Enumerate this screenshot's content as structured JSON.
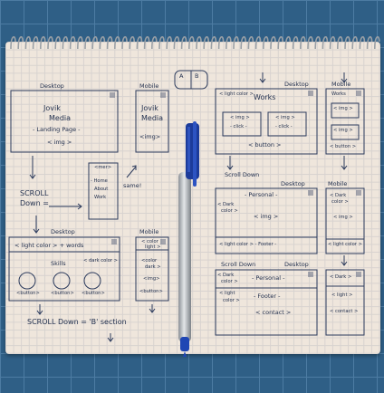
{
  "colors": {
    "mat": "#2f5f86",
    "paper": "#efe6dc",
    "ink": "#23314f",
    "pen_body": "#b9bdc1",
    "pen_cap": "#1c3b9a"
  },
  "icons": [
    "spiral-binding-icon",
    "pen-icon",
    "arrow-icon",
    "menu-icon"
  ],
  "left_page": {
    "desktop1": {
      "label": "Desktop",
      "title1": "Jovik",
      "title2": "Media",
      "sub": "- Landing Page -",
      "img": "< img >"
    },
    "mobile1": {
      "label": "Mobile",
      "title1": "Jovik",
      "title2": "Media",
      "img": "<img>"
    },
    "scroll_down": {
      "line1": "SCROLL",
      "line2": "Down ="
    },
    "menu": {
      "items": [
        "<mer>",
        "- Home",
        "About",
        "Work"
      ]
    },
    "same": "same!",
    "desktop2": {
      "label": "Desktop",
      "bar": "< light color > + words",
      "skills": "Skills",
      "dark": "< dark color >",
      "buttons": [
        "<button>",
        "<button>",
        "<button>"
      ]
    },
    "mobile2": {
      "label": "Mobile",
      "line1": "< color",
      "line2": "light >",
      "dark1": "<color",
      "dark2": "dark >",
      "img": "<img>",
      "button": "<button>"
    },
    "bottom": "SCROLL Down = 'B' section"
  },
  "tab": {
    "a": "A",
    "b": "B"
  },
  "right_page": {
    "desktop1": {
      "label": "Desktop",
      "light": "< light color >",
      "works": "Works",
      "img1": "< img >",
      "click1": "- click -",
      "img2": "< img >",
      "click2": "- click -",
      "button": "< button >"
    },
    "mobile1": {
      "label": "Mobile",
      "works": "Works",
      "img1": "< img >",
      "img2": "< img >",
      "button": "< button >"
    },
    "scroll": "Scroll Down",
    "desktop2": {
      "label": "Desktop",
      "personal": "- Personal -",
      "dark1": "< Dark",
      "dark2": "color >",
      "img": "< img >",
      "light": "< light color >  - Footer -"
    },
    "mobile2": {
      "label": "Mobile",
      "dark1": "< Dark",
      "dark2": "color >",
      "img": "< img >",
      "light": "< light color >"
    },
    "scroll2": "Scroll Down",
    "desktop3": {
      "label": "Desktop",
      "dark1": "< Dark",
      "dark2": "color >",
      "personal": "- Personal -",
      "light1": "< light",
      "light2": "color >",
      "footer": "- Footer -",
      "contact": "< contact >"
    },
    "mobile3": {
      "dark": "< Dark >",
      "light": "< light >",
      "contact": "< contact >"
    }
  }
}
